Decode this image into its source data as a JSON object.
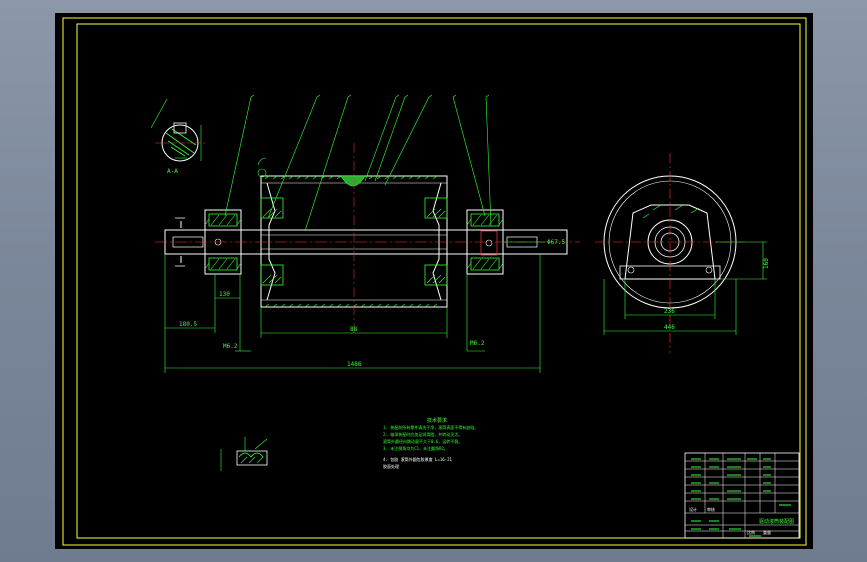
{
  "colors": {
    "frame": "#ffff33",
    "outline": "#ffffff",
    "hatch": "#33ff33",
    "dimension": "#33ff33",
    "centerline": "#ff3333",
    "background": "#000000",
    "chrome": "#7f8b9e"
  },
  "drawing": {
    "section_label": "A-A",
    "shaft_dim_text": "Φ67.5",
    "dims": {
      "d_left_small": "180.5",
      "d_bearing_left": "130",
      "d_m_left": "M6.2",
      "d_m_right": "M6.2",
      "d_center": "88",
      "d_total": "1486",
      "d_base_width": "236",
      "d_base_outer": "446",
      "d_height": "160"
    },
    "notes_title": "技术要求",
    "notes": [
      "1. 装配前所有零件清洗干净，滚筒表面不得有缺陷。",
      "2. 轴承装配时应加足润滑脂，并转动灵活。",
      "   滚筒外圆径向跳动量不大于0.6，运转平稳。",
      "3. 未注倒角均为C1，未注圆角R2。",
      "4. 包胶  滚筒外圆包胶厚度 L=16-21"
    ],
    "notes_tail": "胶面处理"
  },
  "title_block": {
    "title": "驱动滚筒装配图",
    "scale_label": "比例",
    "weight_label": "重量",
    "drawn_label": "设计",
    "check_label": "审核"
  }
}
